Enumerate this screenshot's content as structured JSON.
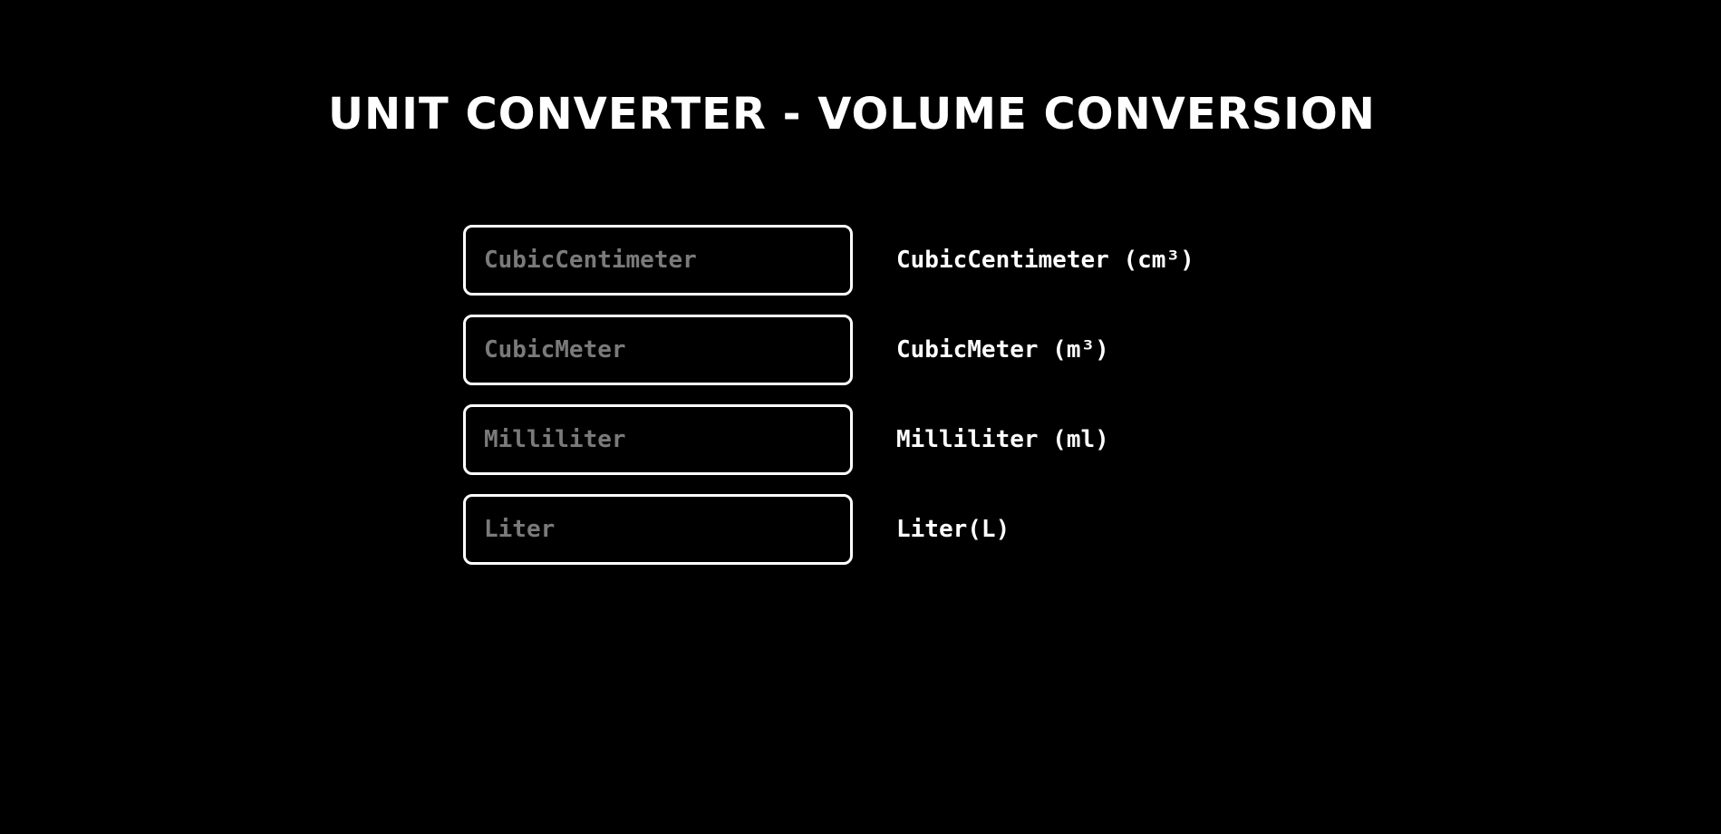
{
  "header": {
    "title": "UNIT CONVERTER - VOLUME CONVERSION"
  },
  "colors": {
    "background": "#000000",
    "foreground": "#ffffff",
    "placeholder": "#7a7a7a"
  },
  "converter": {
    "rows": [
      {
        "placeholder": "CubicCentimeter",
        "value": "",
        "label": "CubicCentimeter (cm³)"
      },
      {
        "placeholder": "CubicMeter",
        "value": "",
        "label": "CubicMeter (m³)"
      },
      {
        "placeholder": "Milliliter",
        "value": "",
        "label": "Milliliter (ml)"
      },
      {
        "placeholder": "Liter",
        "value": "",
        "label": "Liter(L)"
      }
    ]
  }
}
